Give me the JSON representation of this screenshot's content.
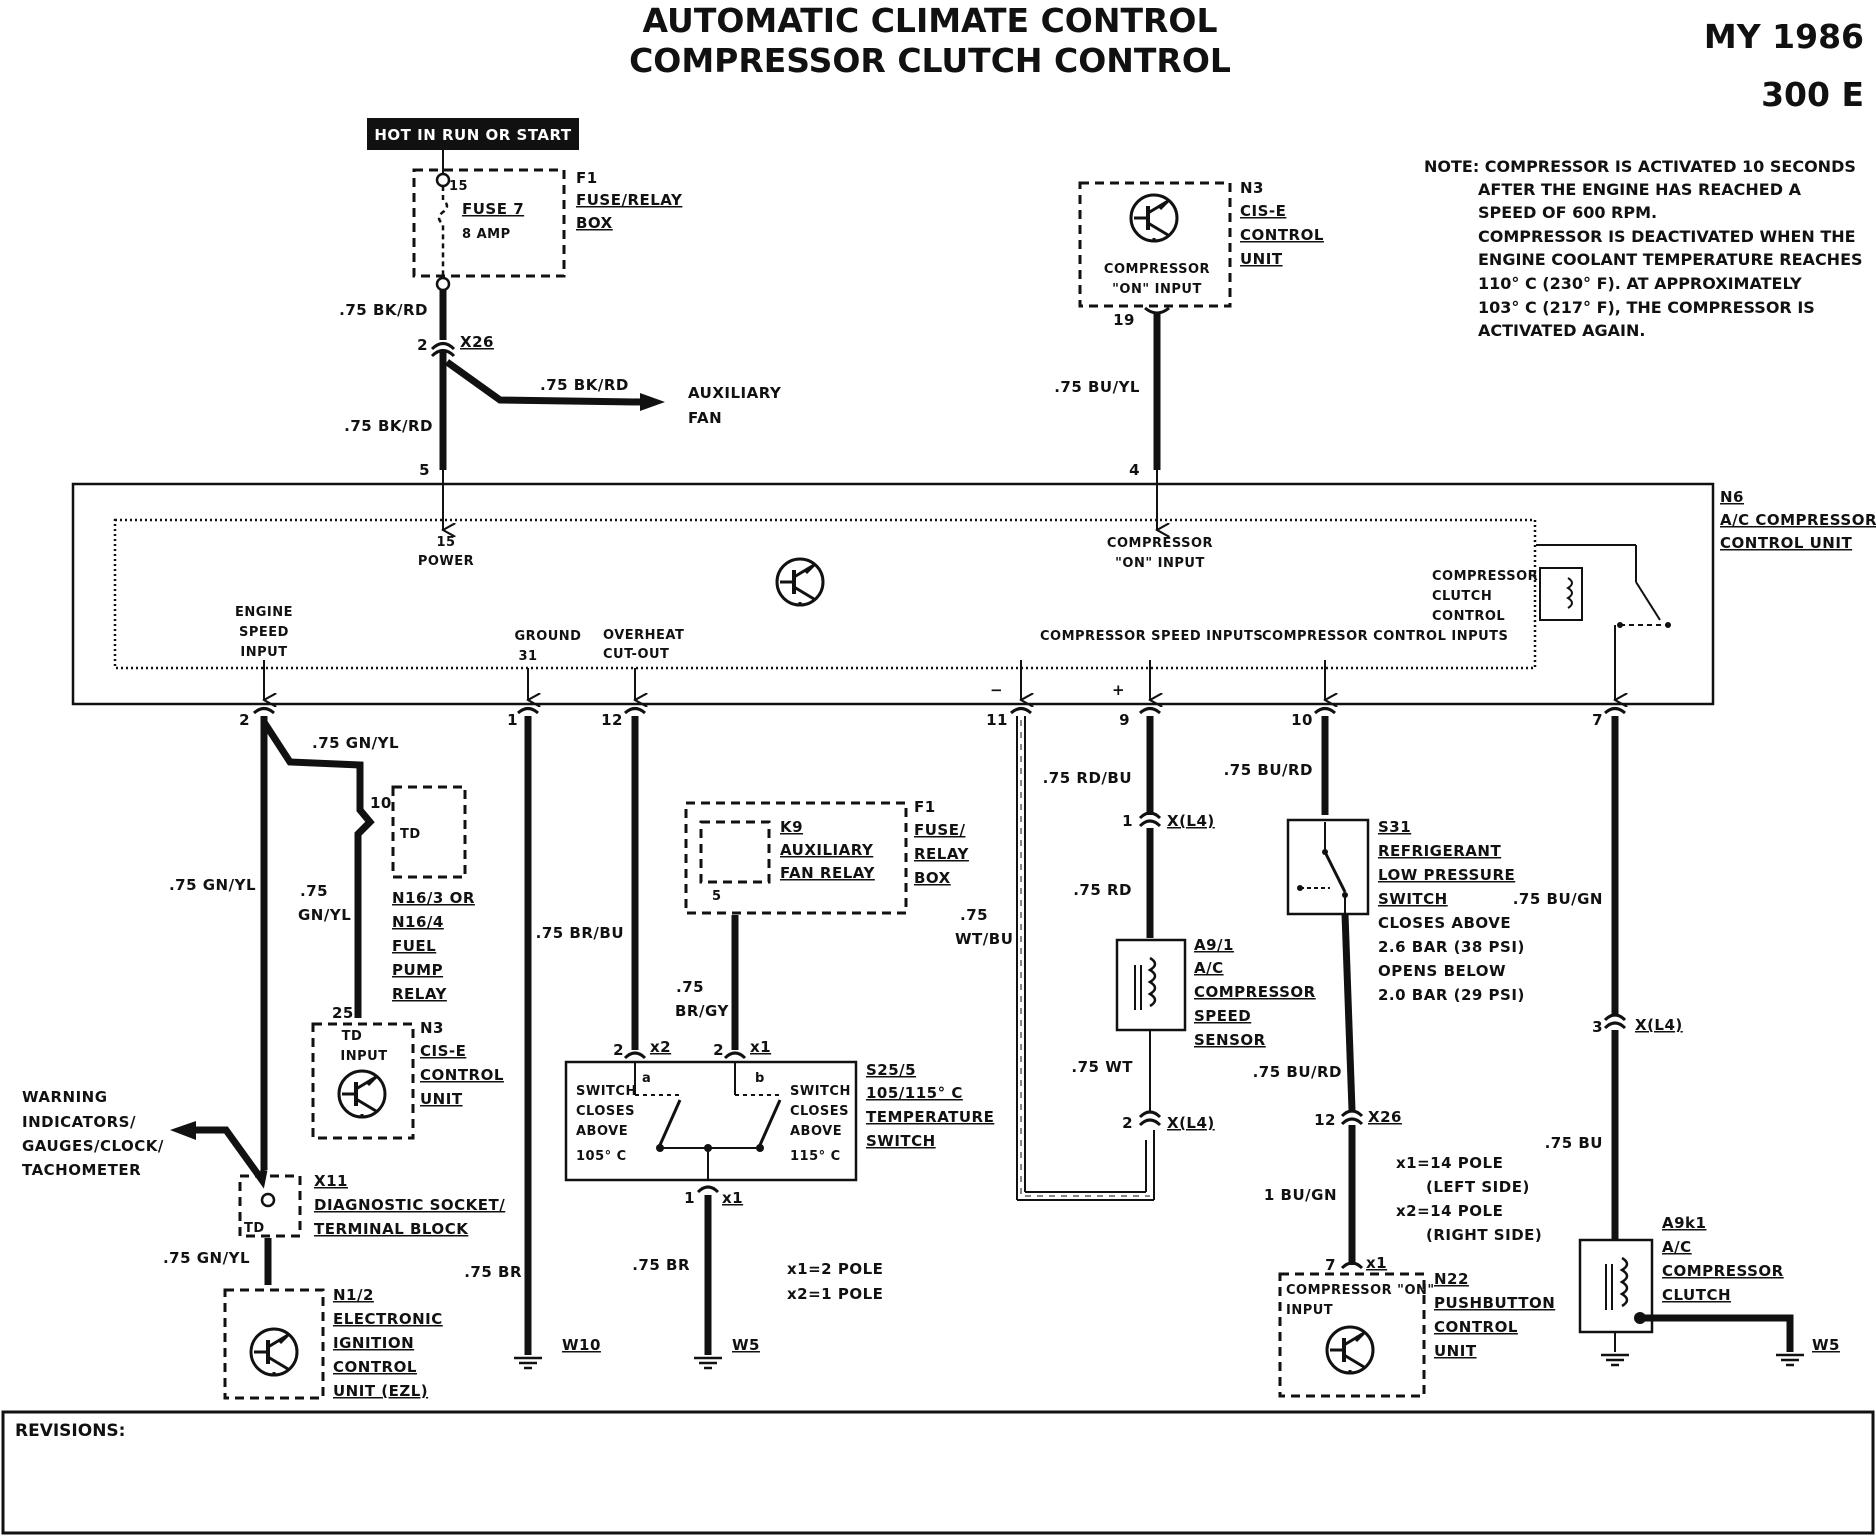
{
  "title": {
    "line1": "AUTOMATIC CLIMATE CONTROL",
    "line2": "COMPRESSOR CLUTCH CONTROL",
    "model_year": "MY 1986",
    "model": "300 E"
  },
  "note": [
    "NOTE: COMPRESSOR IS ACTIVATED 10 SECONDS",
    "AFTER THE ENGINE HAS REACHED A",
    "SPEED OF 600 RPM.",
    "COMPRESSOR IS DEACTIVATED WHEN THE",
    "ENGINE COOLANT TEMPERATURE REACHES",
    "110° C (230° F). AT APPROXIMATELY",
    "103° C (217° F), THE COMPRESSOR IS",
    "ACTIVATED AGAIN."
  ],
  "hot_label": "HOT IN RUN OR START",
  "f1_top": {
    "id": "F1",
    "name": [
      "FUSE/RELAY",
      "BOX"
    ],
    "fuse": "FUSE 7",
    "amp": "8 AMP",
    "pin": "15"
  },
  "n3_top": {
    "id": "N3",
    "name": [
      "CIS-E",
      "CONTROL",
      "UNIT"
    ],
    "inner": [
      "COMPRESSOR",
      "\"ON\" INPUT"
    ],
    "pin": "19"
  },
  "n6": {
    "id": "N6",
    "name": [
      "A/C COMPRESSOR",
      "CONTROL UNIT"
    ],
    "power": [
      "15",
      "POWER"
    ],
    "comp_on": [
      "COMPRESSOR",
      "\"ON\" INPUT"
    ],
    "clutch": [
      "COMPRESSOR",
      "CLUTCH",
      "CONTROL"
    ],
    "engine_speed": [
      "ENGINE",
      "SPEED",
      "INPUT"
    ],
    "ground": [
      "GROUND",
      "31"
    ],
    "overheat": [
      "OVERHEAT",
      "CUT-OUT"
    ],
    "speed_inputs": "COMPRESSOR SPEED INPUTS",
    "control_inputs": "COMPRESSOR CONTROL INPUTS",
    "pins": {
      "p5": "5",
      "p4": "4",
      "p2": "2",
      "p1": "1",
      "p12": "12",
      "p11": "11",
      "p9": "9",
      "p10": "10",
      "p7": "7"
    },
    "minus": "−",
    "plus": "+"
  },
  "wires": {
    "w_bkrd1": ".75 BK/RD",
    "w_bkrd2": ".75 BK/RD",
    "w_bkrd3": ".75 BK/RD",
    "aux_fan": [
      "AUXILIARY",
      "FAN"
    ],
    "x26": "X26",
    "x26_pin": "2",
    "w_buyl": ".75 BU/YL",
    "w_gnyl1": ".75 GN/YL",
    "w_gnyl2": ".75 GN/YL",
    "w_gnyl3": [
      ".75",
      "GN/YL"
    ],
    "w_gnyl4": ".75 GN/YL",
    "w_br1": ".75 BR",
    "w_brbu": ".75 BR/BU",
    "w_brgy": [
      ".75",
      "BR/GY"
    ],
    "w_br2": ".75 BR",
    "w_wtbu": [
      ".75",
      "WT/BU"
    ],
    "w_rdbu": ".75 RD/BU",
    "w_rd": ".75 RD",
    "w_wt": ".75 WT",
    "w_burd1": ".75 BU/RD",
    "w_burd2": ".75 BU/RD",
    "w_bugn1": "1 BU/GN",
    "w_bugn2": ".75 BU/GN",
    "w_bu": ".75 BU"
  },
  "td_relay": {
    "id": [
      "N16/3 OR",
      "N16/4"
    ],
    "name": [
      "FUEL",
      "PUMP",
      "RELAY"
    ],
    "inner": "TD",
    "pin": "10"
  },
  "n3_bottom": {
    "id": "N3",
    "name": [
      "CIS-E",
      "CONTROL",
      "UNIT"
    ],
    "inner": [
      "TD",
      "INPUT"
    ],
    "pin": "25"
  },
  "warning": [
    "WARNING",
    "INDICATORS/",
    "GAUGES/CLOCK/",
    "TACHOMETER"
  ],
  "x11": {
    "id": "X11",
    "name": [
      "DIAGNOSTIC SOCKET/",
      "TERMINAL BLOCK"
    ],
    "inner": "TD"
  },
  "n12": {
    "id": "N1/2",
    "name": [
      "ELECTRONIC",
      "IGNITION",
      "CONTROL",
      "UNIT (EZL)"
    ]
  },
  "k9": {
    "id": "K9",
    "name": [
      "AUXILIARY",
      "FAN RELAY"
    ],
    "pin": "5",
    "f1": "F1",
    "f1_name": [
      "FUSE/",
      "RELAY",
      "BOX"
    ]
  },
  "s25": {
    "id": "S25/5",
    "name": [
      "105/115° C",
      "TEMPERATURE",
      "SWITCH"
    ],
    "left": [
      "SWITCH",
      "CLOSES",
      "ABOVE",
      "105° C"
    ],
    "right": [
      "SWITCH",
      "CLOSES",
      "ABOVE",
      "115° C"
    ],
    "x2": "x2",
    "x2pin": "2",
    "x1": "x1",
    "x1pin": "2",
    "a": "a",
    "b": "b",
    "bot_x1": "x1",
    "bot_pin": "1",
    "poles": [
      "x1=2 POLE",
      "x2=1 POLE"
    ]
  },
  "a911": {
    "id": "A9/1",
    "name": [
      "A/C",
      "COMPRESSOR",
      "SPEED",
      "SENSOR"
    ],
    "xl4a": "X(L4)",
    "xl4a_pin": "1",
    "xl4b": "X(L4)",
    "xl4b_pin": "2"
  },
  "s31": {
    "id": "S31",
    "name": [
      "REFRIGERANT",
      "LOW PRESSURE",
      "SWITCH"
    ],
    "spec": [
      "CLOSES ABOVE",
      "2.6 BAR (38 PSI)",
      "OPENS BELOW",
      "2.0 BAR (29 PSI)"
    ]
  },
  "x26b": {
    "id": "X26",
    "pin": "12"
  },
  "poles2": [
    "x1=14 POLE",
    "(LEFT SIDE)",
    "x2=14 POLE",
    "(RIGHT SIDE)"
  ],
  "n22": {
    "id": "N22",
    "name": [
      "PUSHBUTTON",
      "CONTROL",
      "UNIT"
    ],
    "inner": [
      "COMPRESSOR \"ON\"",
      "INPUT"
    ],
    "x1": "x1",
    "pin": "7"
  },
  "a9k1": {
    "id": "A9k1",
    "name": [
      "A/C",
      "COMPRESSOR",
      "CLUTCH"
    ],
    "xl4": "X(L4)",
    "xl4_pin": "3"
  },
  "grounds": {
    "w10": "W10",
    "w5a": "W5",
    "w5b": "W5"
  },
  "revisions": "REVISIONS:"
}
